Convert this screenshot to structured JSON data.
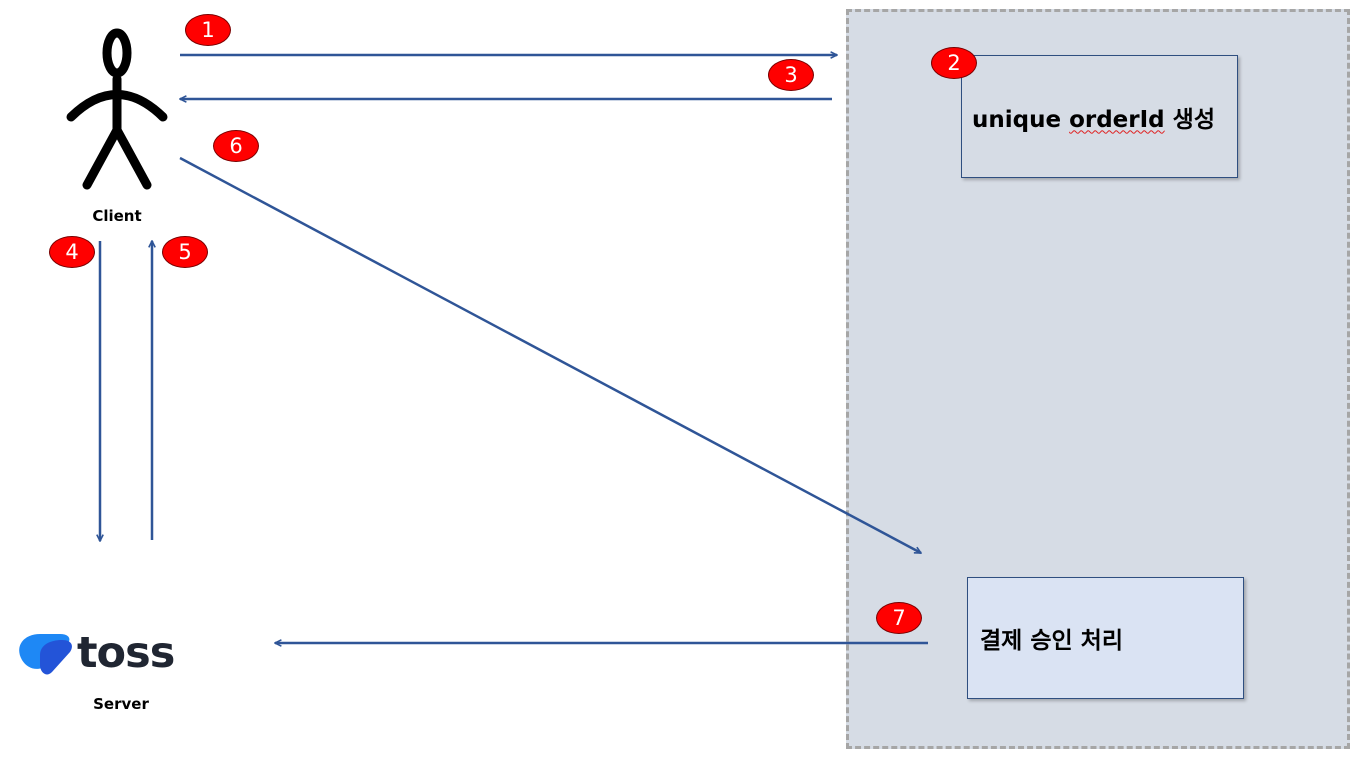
{
  "actors": {
    "client_label": "Client",
    "server_label": "Server",
    "server_logo_text": "toss"
  },
  "boxes": {
    "order_id_prefix": "unique ",
    "order_id_word": "orderId",
    "order_id_suffix": " 생성",
    "payment_approval": "결제 승인 처리"
  },
  "steps": [
    "1",
    "2",
    "3",
    "4",
    "5",
    "6",
    "7"
  ],
  "colors": {
    "arrow": "#2f5597",
    "step_badge": "#ff0000",
    "zone_fill": "#d6dce5",
    "zone_border": "#a6a6a6",
    "approval_box_fill": "#dae3f3",
    "logo_blue": "#2a6df0"
  }
}
